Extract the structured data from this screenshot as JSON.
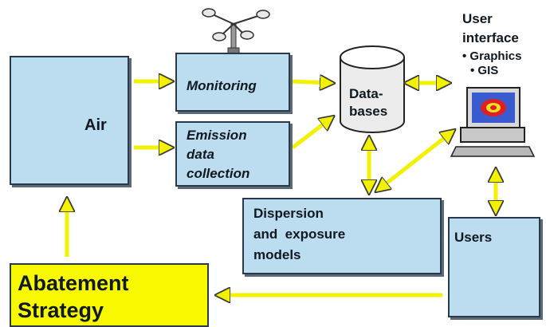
{
  "nodes": {
    "air": {
      "label": "Air"
    },
    "monitoring": {
      "label": "Monitoring"
    },
    "emission": {
      "line1": "Emission",
      "line2": "data",
      "line3": "collection"
    },
    "databases": {
      "line1": "Data-",
      "line2": "bases"
    },
    "user_interface": {
      "line1": "User",
      "line2": "interface",
      "bullets": [
        "Graphics",
        "GIS"
      ]
    },
    "dispersion": {
      "line1": "Dispersion",
      "line2": "and  exposure",
      "line3": "models"
    },
    "users": {
      "label": "Users"
    },
    "abatement": {
      "line1": "Abatement",
      "line2": "Strategy"
    }
  },
  "colors": {
    "box_fill": "#bcdcf0",
    "box_border": "#2a3a4a",
    "arrow": "#f2f200",
    "abatement_fill": "#f8f800",
    "text": "#101820"
  },
  "icons": [
    "anemometer-icon",
    "factory-icon",
    "car-icon",
    "monitor-icon",
    "graph-icon",
    "people-icon"
  ]
}
